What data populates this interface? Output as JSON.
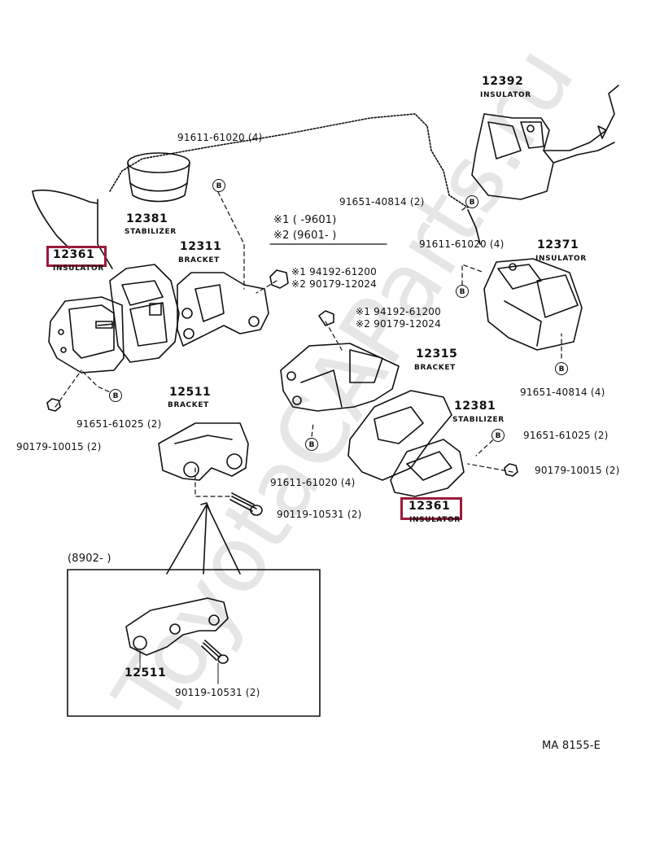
{
  "watermark": "ToyotaCAParts.ru",
  "highlight_color": "#9b1b3a",
  "parts": {
    "p12392": {
      "number": "12392",
      "name": "INSULATOR"
    },
    "p12381a": {
      "number": "12381",
      "name": "STABILIZER"
    },
    "p12311": {
      "number": "12311",
      "name": "BRACKET"
    },
    "p12361a": {
      "number": "12361",
      "name": "INSULATOR"
    },
    "p12371": {
      "number": "12371",
      "name": "INSULATOR"
    },
    "p12315": {
      "number": "12315",
      "name": "BRACKET"
    },
    "p12511": {
      "number": "12511",
      "name": "BRACKET"
    },
    "p12381b": {
      "number": "12381",
      "name": "STABILIZER"
    },
    "p12361b": {
      "number": "12361",
      "name": "INSULATOR"
    },
    "p12511b": {
      "number": "12511"
    }
  },
  "fasteners": {
    "f1": "91611-61020 (4)",
    "f2": "91651-40814 (2)",
    "f3": "91611-61020 (4)",
    "f4": "91651-40814 (4)",
    "f5a": "※1 94192-61200",
    "f5b": "※2 90179-12024",
    "f6a": "※1 94192-61200",
    "f6b": "※2 90179-12024",
    "f7": "91651-61025 (2)",
    "f8": "90179-10015 (2)",
    "f9": "91651-61025 (2)",
    "f10": "90179-10015 (2)",
    "f11": "91611-61020 (4)",
    "f12": "90119-10531 (2)",
    "f13": "90119-10531 (2)"
  },
  "notes": {
    "n1": "※1 (         -9601)",
    "n2": "※2 (9601-          )",
    "inset_range": "(8902-          )"
  },
  "bolt_symbol": "B",
  "figure_code": "MA  8155-E"
}
